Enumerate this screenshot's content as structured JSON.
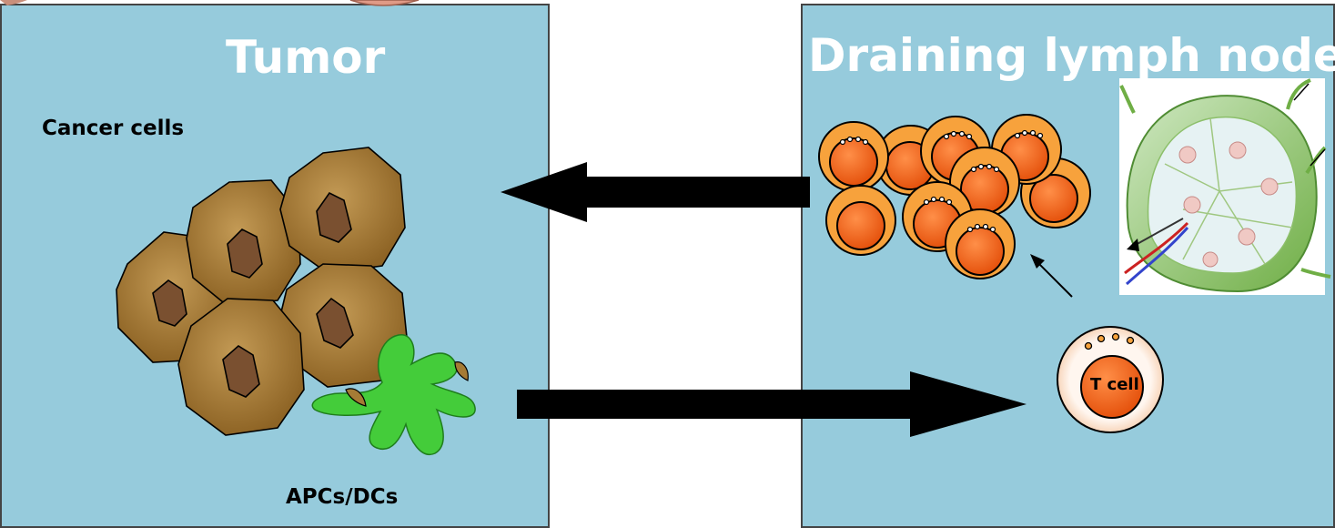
{
  "tumor": {
    "title": "Tumor",
    "cancer_label": "Cancer cells",
    "apc_label": "APCs/DCs"
  },
  "lymph_node": {
    "title": "Draining lymph node",
    "t_cell_label": "T cell"
  },
  "colors": {
    "panel_fill": "#96cbdc",
    "title_text": "#ffffff",
    "cancer_cell": "#a57b35",
    "cancer_nucleus": "#7a5030",
    "dendritic_cell": "#44cc3a",
    "t_cell_ring": "#f7a23c",
    "t_cell_core": "#f26a1e",
    "lymph_node": "#7cbf4e",
    "arrow": "#000000"
  }
}
